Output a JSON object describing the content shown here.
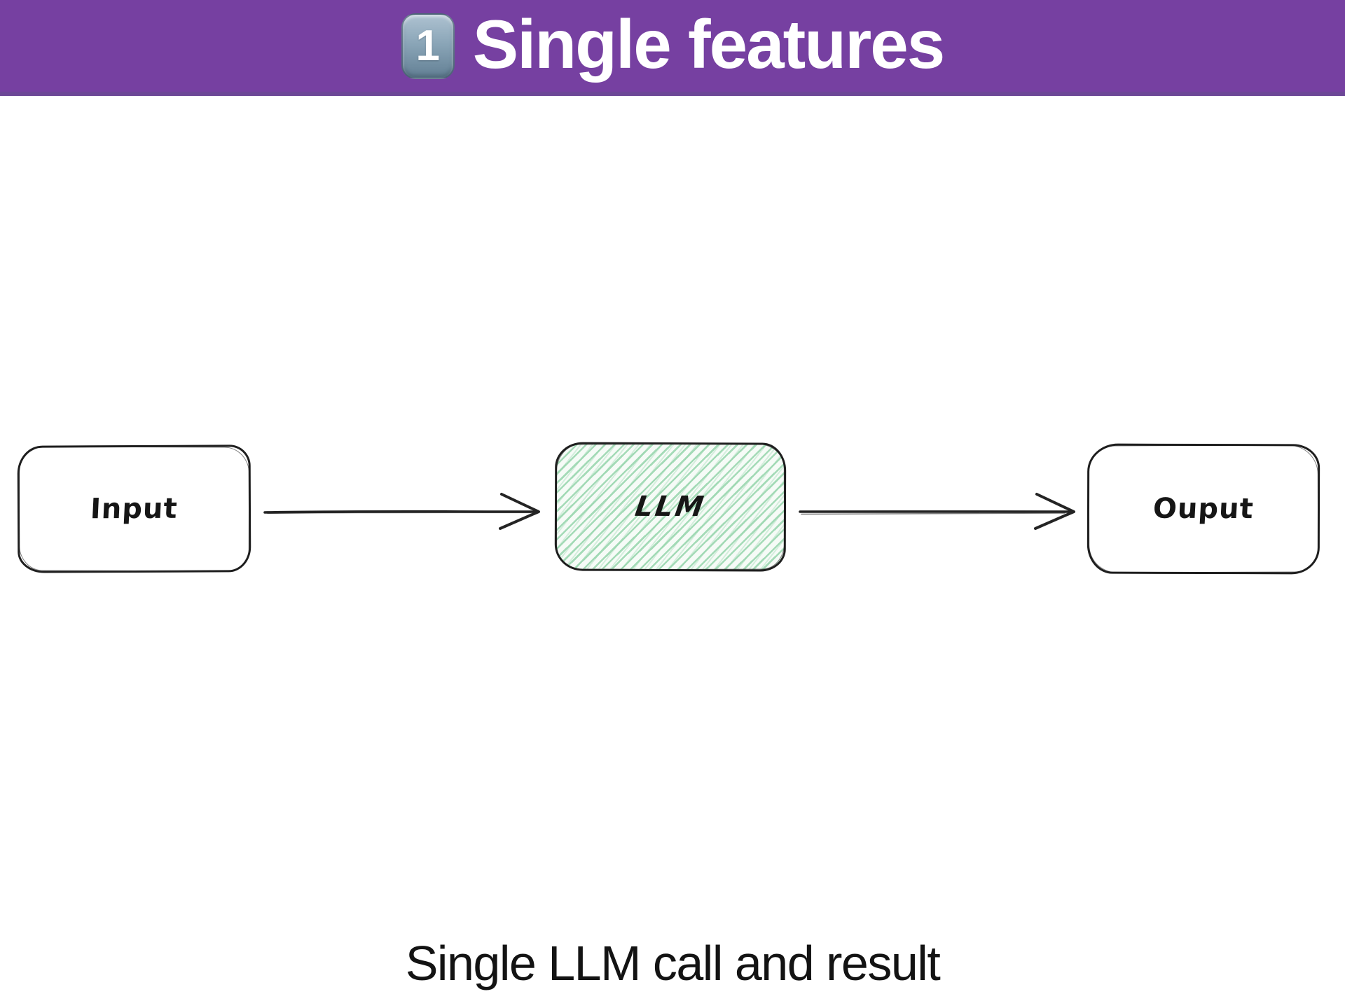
{
  "header": {
    "badge": "1",
    "title": "Single features",
    "background_color": "#7640a1"
  },
  "diagram": {
    "nodes": [
      {
        "id": "input",
        "label": "Input",
        "fill": "#ffffff"
      },
      {
        "id": "llm",
        "label": "LLM",
        "fill": "green-hatch"
      },
      {
        "id": "output",
        "label": "Ouput",
        "fill": "#ffffff"
      }
    ],
    "connections": [
      {
        "from": "input",
        "to": "llm"
      },
      {
        "from": "llm",
        "to": "output"
      }
    ],
    "stroke_color": "#1f1f1f",
    "hatch_color": "#96d5ac"
  },
  "caption": "Single LLM call and result"
}
